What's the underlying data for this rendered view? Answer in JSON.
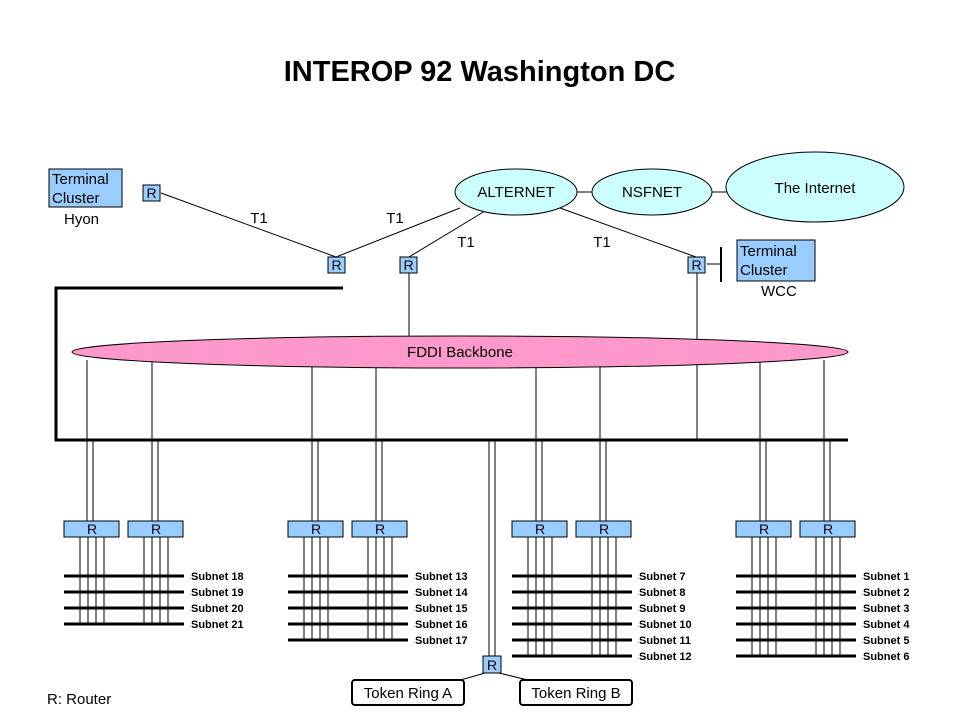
{
  "title": "INTEROP 92 Washington DC",
  "router_letter": "R",
  "legend": "R: Router",
  "clouds": {
    "alternet": "ALTERNET",
    "nsfnet": "NSFNET",
    "internet": "The Internet"
  },
  "backbone": "FDDI Backbone",
  "link_label": "T1",
  "terminal_hyon": {
    "line1": "Terminal",
    "line2": "Cluster",
    "name": "Hyon"
  },
  "terminal_wcc": {
    "line1": "Terminal",
    "line2": "Cluster",
    "name": "WCC"
  },
  "token_rings": [
    "Token Ring A",
    "Token Ring B"
  ],
  "subnet_groups": [
    {
      "labels": [
        "Subnet 18",
        "Subnet 19",
        "Subnet 20",
        "Subnet 21"
      ]
    },
    {
      "labels": [
        "Subnet 13",
        "Subnet 14",
        "Subnet 15",
        "Subnet 16",
        "Subnet 17"
      ]
    },
    {
      "labels": [
        "Subnet 7",
        "Subnet 8",
        "Subnet 9",
        "Subnet 10",
        "Subnet 11",
        "Subnet 12"
      ]
    },
    {
      "labels": [
        "Subnet 1",
        "Subnet 2",
        "Subnet 3",
        "Subnet 4",
        "Subnet 5",
        "Subnet 6"
      ]
    }
  ],
  "colors": {
    "cloud_fill": "#ccffff",
    "backbone_fill": "#ff99cc",
    "router_fill": "#99ccff",
    "terminal_fill": "#99ccff"
  }
}
